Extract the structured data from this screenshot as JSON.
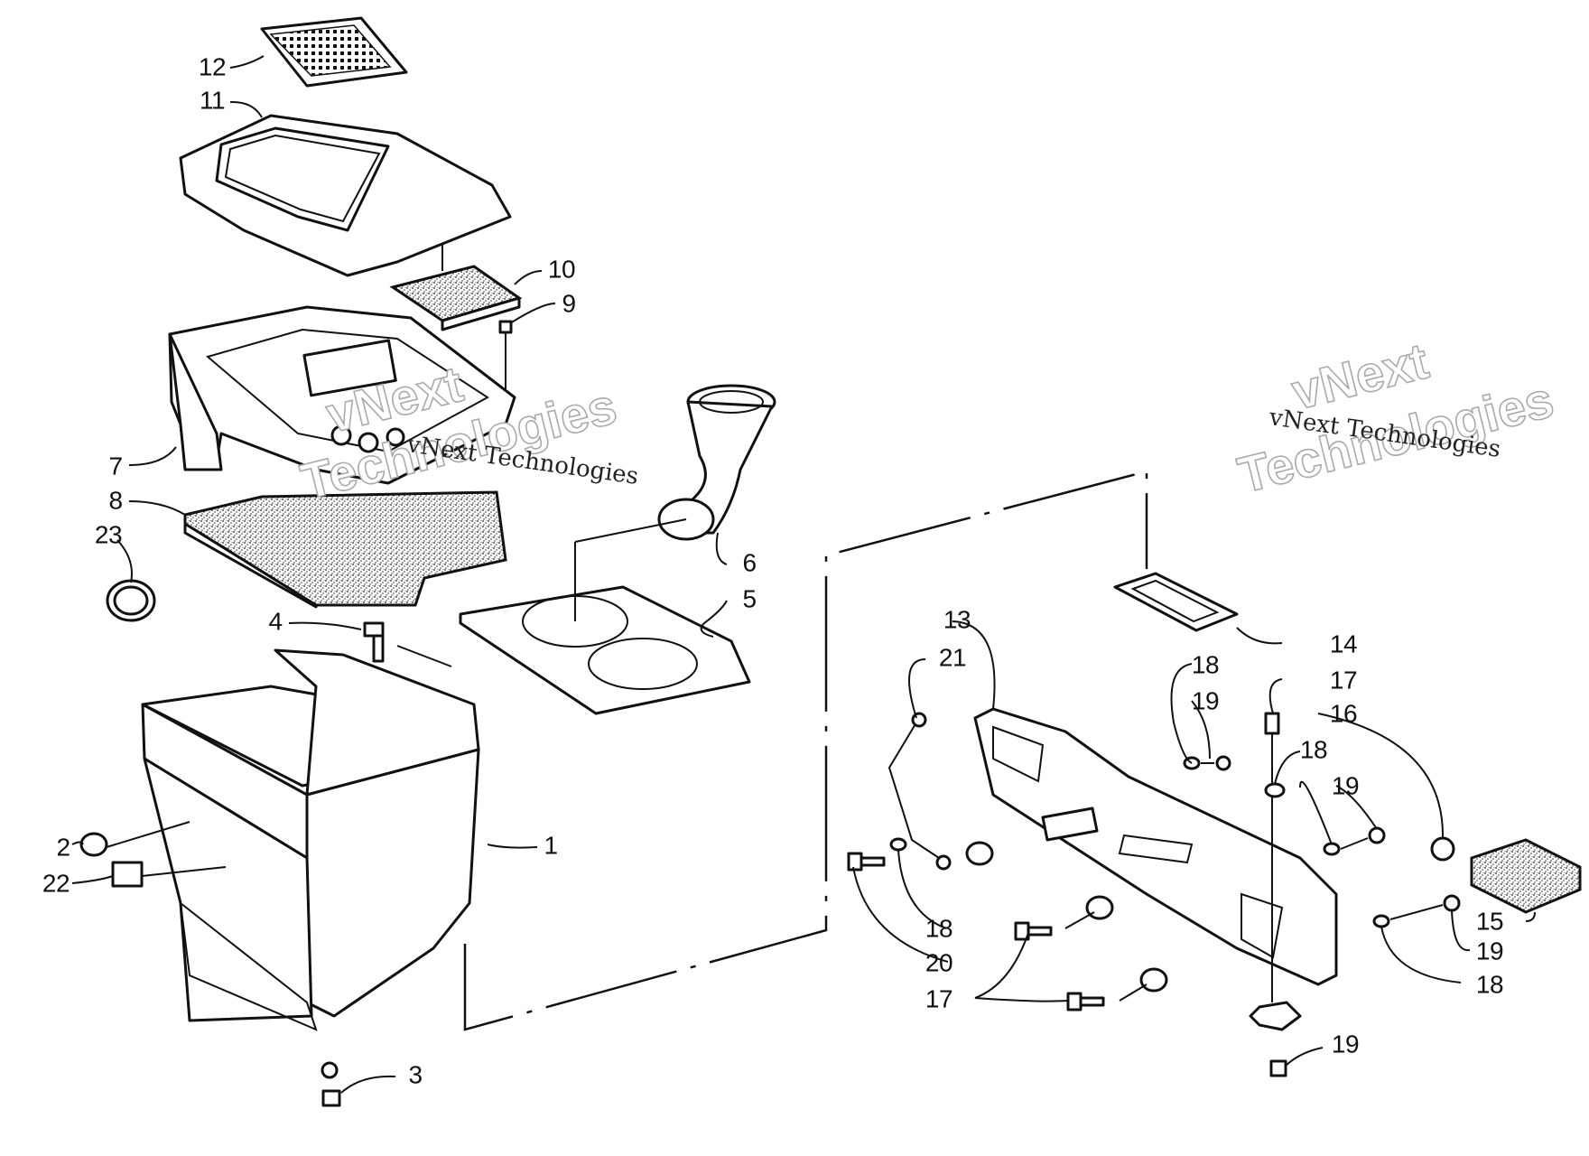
{
  "callouts": [
    {
      "id": "1",
      "label": "1"
    },
    {
      "id": "2",
      "label": "2"
    },
    {
      "id": "3",
      "label": "3"
    },
    {
      "id": "4",
      "label": "4"
    },
    {
      "id": "5",
      "label": "5"
    },
    {
      "id": "6",
      "label": "6"
    },
    {
      "id": "7",
      "label": "7"
    },
    {
      "id": "8",
      "label": "8"
    },
    {
      "id": "9",
      "label": "9"
    },
    {
      "id": "10",
      "label": "10"
    },
    {
      "id": "11",
      "label": "11"
    },
    {
      "id": "12",
      "label": "12"
    },
    {
      "id": "13",
      "label": "13"
    },
    {
      "id": "14",
      "label": "14"
    },
    {
      "id": "15",
      "label": "15"
    },
    {
      "id": "16",
      "label": "16"
    },
    {
      "id": "17a",
      "label": "17"
    },
    {
      "id": "17b",
      "label": "17"
    },
    {
      "id": "18a",
      "label": "18"
    },
    {
      "id": "18b",
      "label": "18"
    },
    {
      "id": "18c",
      "label": "18"
    },
    {
      "id": "18d",
      "label": "18"
    },
    {
      "id": "19a",
      "label": "19"
    },
    {
      "id": "19b",
      "label": "19"
    },
    {
      "id": "19c",
      "label": "19"
    },
    {
      "id": "19d",
      "label": "19"
    },
    {
      "id": "20",
      "label": "20"
    },
    {
      "id": "21",
      "label": "21"
    },
    {
      "id": "22",
      "label": "22"
    },
    {
      "id": "23",
      "label": "23"
    }
  ],
  "watermarks": [
    {
      "line1": "vNext",
      "line2": "Technologies",
      "caption": "vNext Technologies"
    },
    {
      "line1": "vNext",
      "line2": "Technologies",
      "caption": "vNext Technologies"
    }
  ]
}
